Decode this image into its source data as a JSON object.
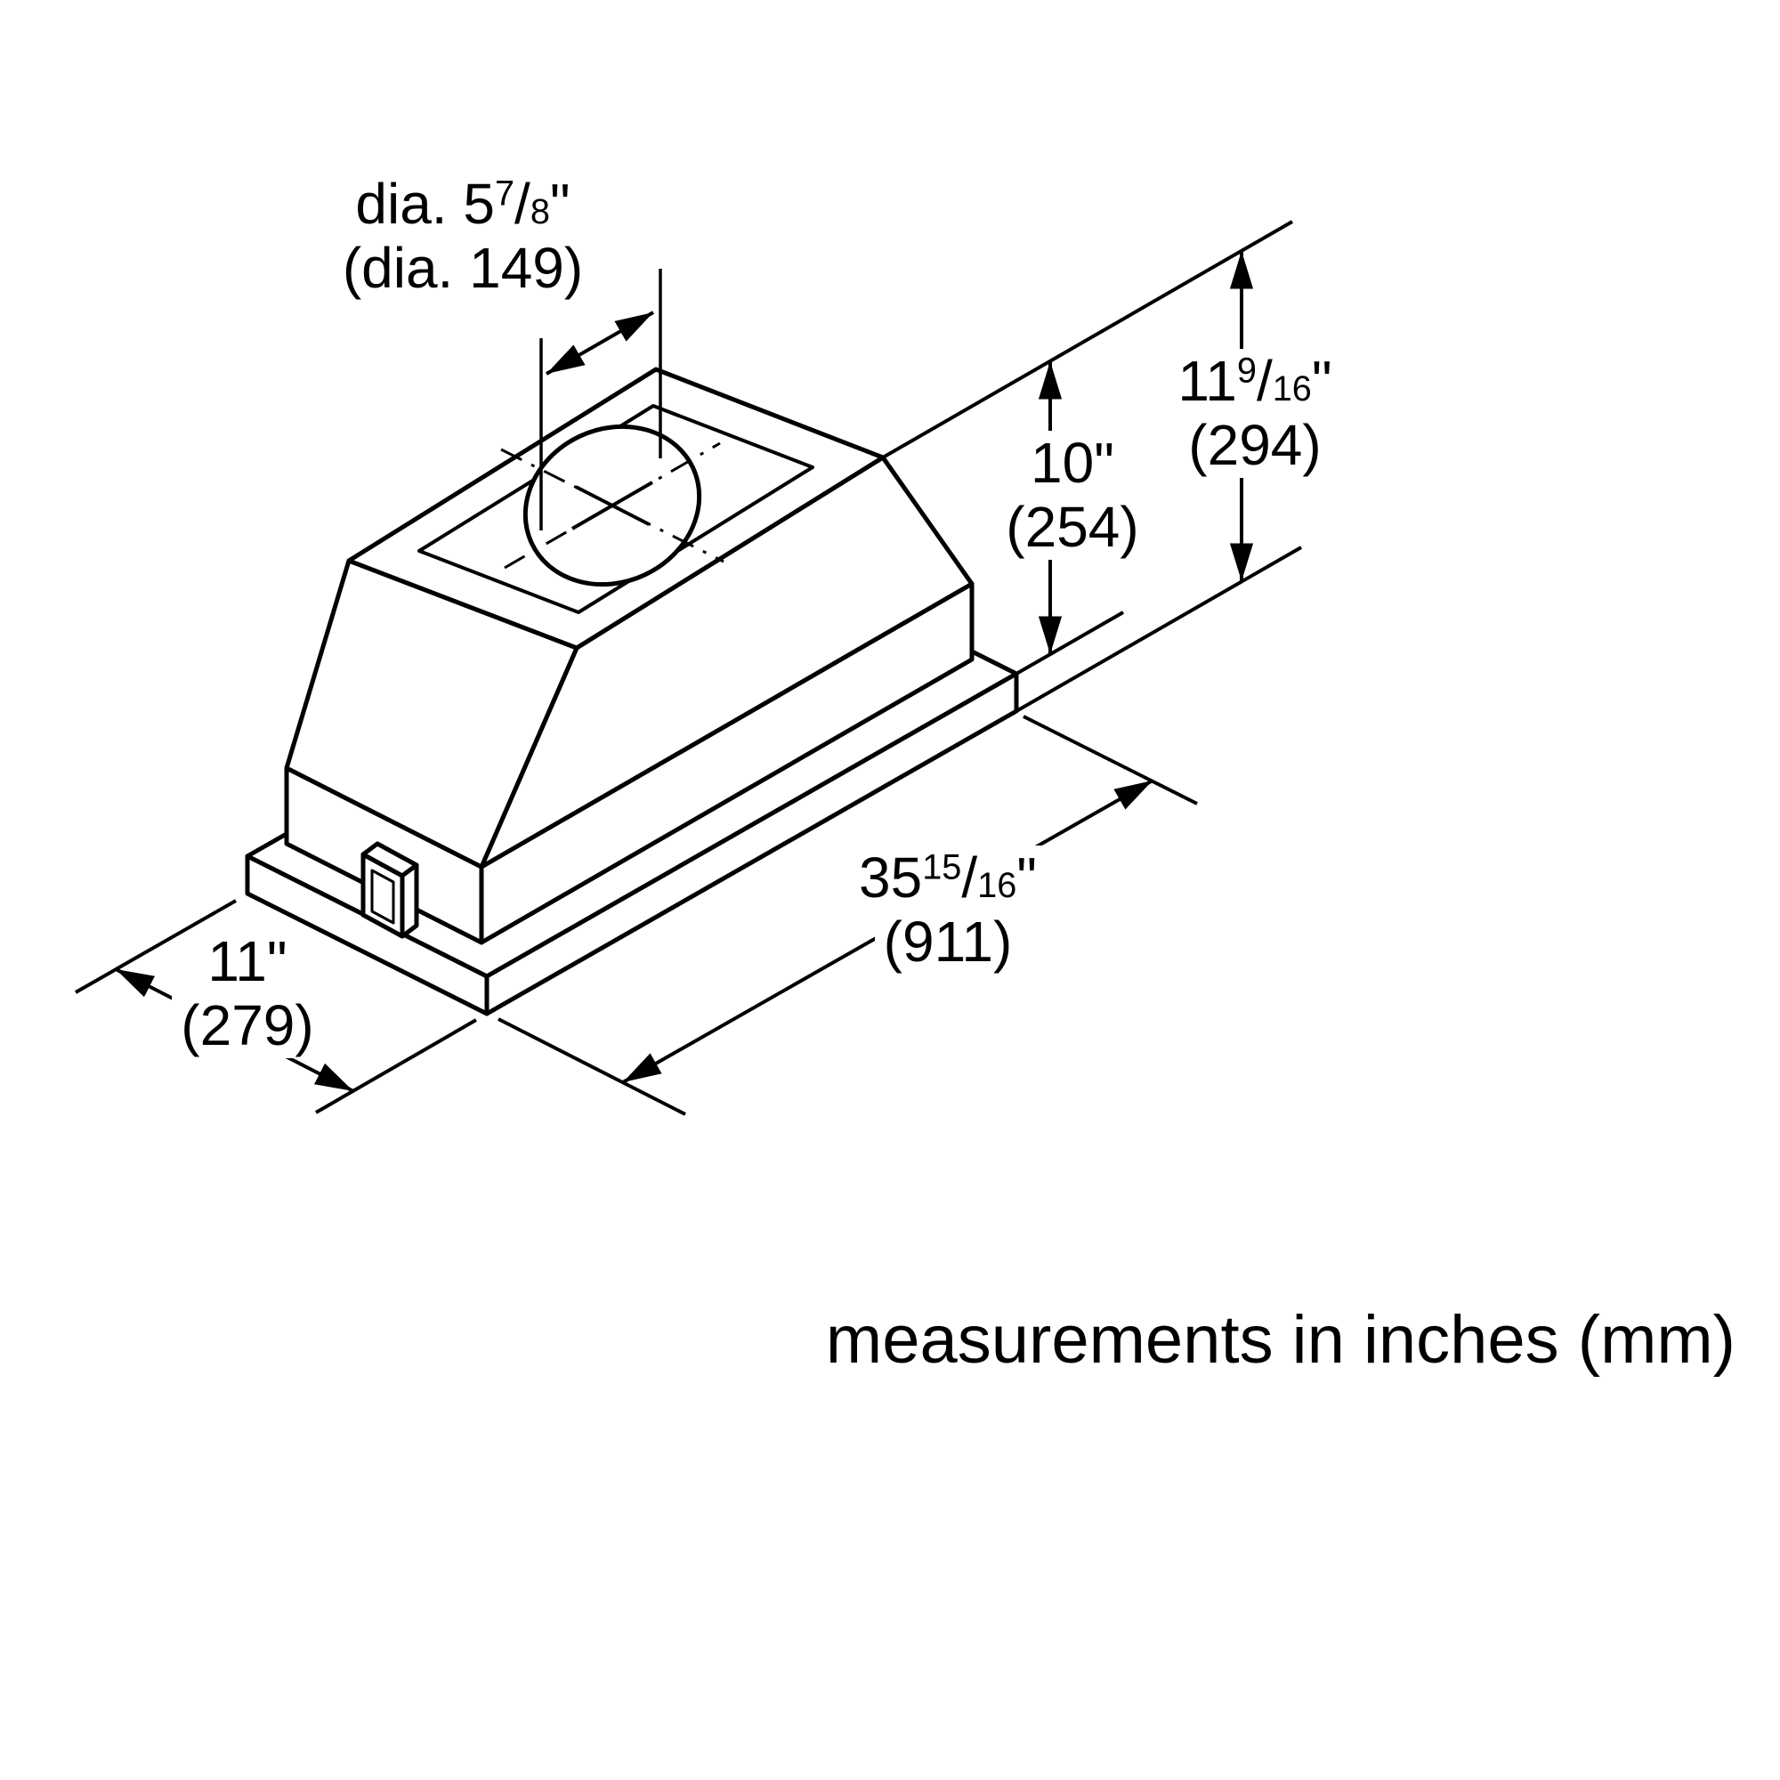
{
  "page": {
    "background": "#ffffff",
    "ink": "#000000"
  },
  "labels": {
    "duct_dia": {
      "prefix": "dia. 5",
      "num": "7",
      "slash": "/",
      "den": "8",
      "unit": "\"",
      "mm": "(dia. 149)"
    },
    "overall_height": {
      "whole": "11",
      "num": "9",
      "slash": "/",
      "den": "16",
      "unit": "\"",
      "mm": "(294)"
    },
    "body_height": {
      "inches": "10\"",
      "mm": "(254)"
    },
    "overall_width": {
      "whole": "35",
      "num": "15",
      "slash": "/",
      "den": "16",
      "unit": "\"",
      "mm": "(911)"
    },
    "overall_depth": {
      "inches": "11\"",
      "mm": "(279)"
    }
  },
  "footer": {
    "note": "measurements in inches (mm)"
  }
}
